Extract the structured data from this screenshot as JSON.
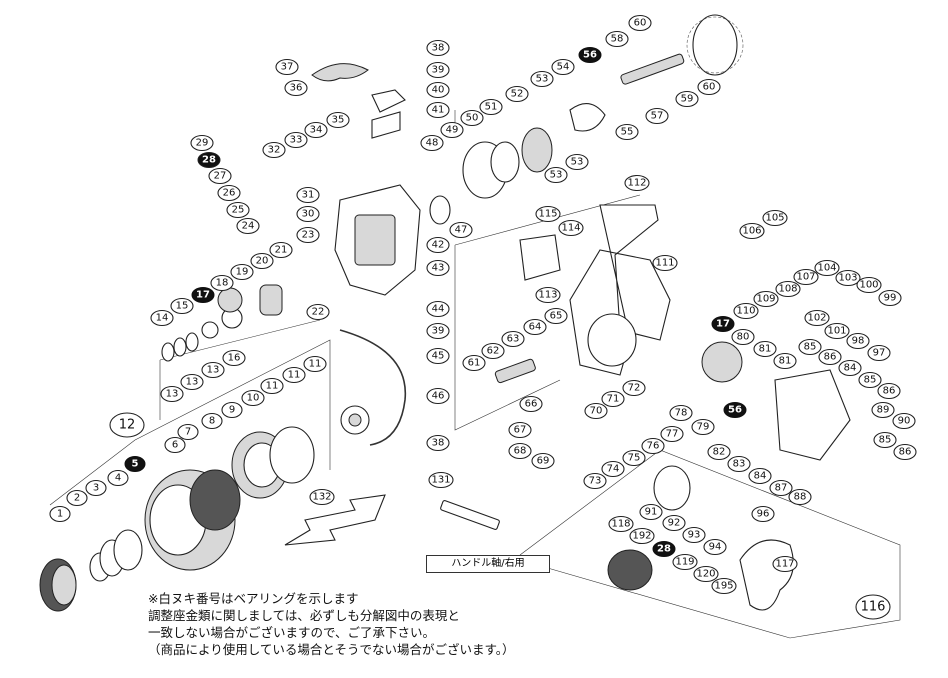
{
  "parts": {
    "p1": "1",
    "p2": "2",
    "p3": "3",
    "p4": "4",
    "p5": "5",
    "p6": "6",
    "p7": "7",
    "p8": "8",
    "p9": "9",
    "p10": "10",
    "p11": "11",
    "p12": "12",
    "p13": "13",
    "p14": "14",
    "p15": "15",
    "p16": "16",
    "p17": "17",
    "p18": "18",
    "p19": "19",
    "p20": "20",
    "p21": "21",
    "p22": "22",
    "p23": "23",
    "p24": "24",
    "p25": "25",
    "p26": "26",
    "p27": "27",
    "p28": "28",
    "p29": "29",
    "p30": "30",
    "p31": "31",
    "p32": "32",
    "p33": "33",
    "p34": "34",
    "p35": "35",
    "p36": "36",
    "p37": "37",
    "p38": "38",
    "p39": "39",
    "p40": "40",
    "p41": "41",
    "p42": "42",
    "p43": "43",
    "p44": "44",
    "p45": "45",
    "p46": "46",
    "p47": "47",
    "p48": "48",
    "p49": "49",
    "p50": "50",
    "p51": "51",
    "p52": "52",
    "p53": "53",
    "p54": "54",
    "p55": "55",
    "p56": "56",
    "p57": "57",
    "p58": "58",
    "p59": "59",
    "p60": "60",
    "p61": "61",
    "p62": "62",
    "p63": "63",
    "p64": "64",
    "p65": "65",
    "p66": "66",
    "p67": "67",
    "p68": "68",
    "p69": "69",
    "p70": "70",
    "p71": "71",
    "p72": "72",
    "p73": "73",
    "p74": "74",
    "p75": "75",
    "p76": "76",
    "p77": "77",
    "p78": "78",
    "p79": "79",
    "p80": "80",
    "p81": "81",
    "p82": "82",
    "p83": "83",
    "p84": "84",
    "p85": "85",
    "p86": "86",
    "p87": "87",
    "p88": "88",
    "p89": "89",
    "p90": "90",
    "p91": "91",
    "p92": "92",
    "p93": "93",
    "p94": "94",
    "p96": "96",
    "p97": "97",
    "p98": "98",
    "p99": "99",
    "p100": "100",
    "p101": "101",
    "p102": "102",
    "p103": "103",
    "p104": "104",
    "p105": "105",
    "p106": "106",
    "p107": "107",
    "p108": "108",
    "p109": "109",
    "p110": "110",
    "p111": "111",
    "p112": "112",
    "p113": "113",
    "p114": "114",
    "p115": "115",
    "p116": "116",
    "p117": "117",
    "p118": "118",
    "p119": "119",
    "p120": "120",
    "p131": "131",
    "p132": "132",
    "p192": "192",
    "p195": "195"
  },
  "handle_note": "ハンドル軸/右用",
  "notes": {
    "line1": "※白ヌキ番号はベアリングを示します",
    "line2": "調整座金類に関しましては、必ずしも分解図中の表現と",
    "line3": "一致しない場合がございますので、ご了承下さい。",
    "line4": "（商品により使用している場合とそうでない場合がございます。）"
  }
}
